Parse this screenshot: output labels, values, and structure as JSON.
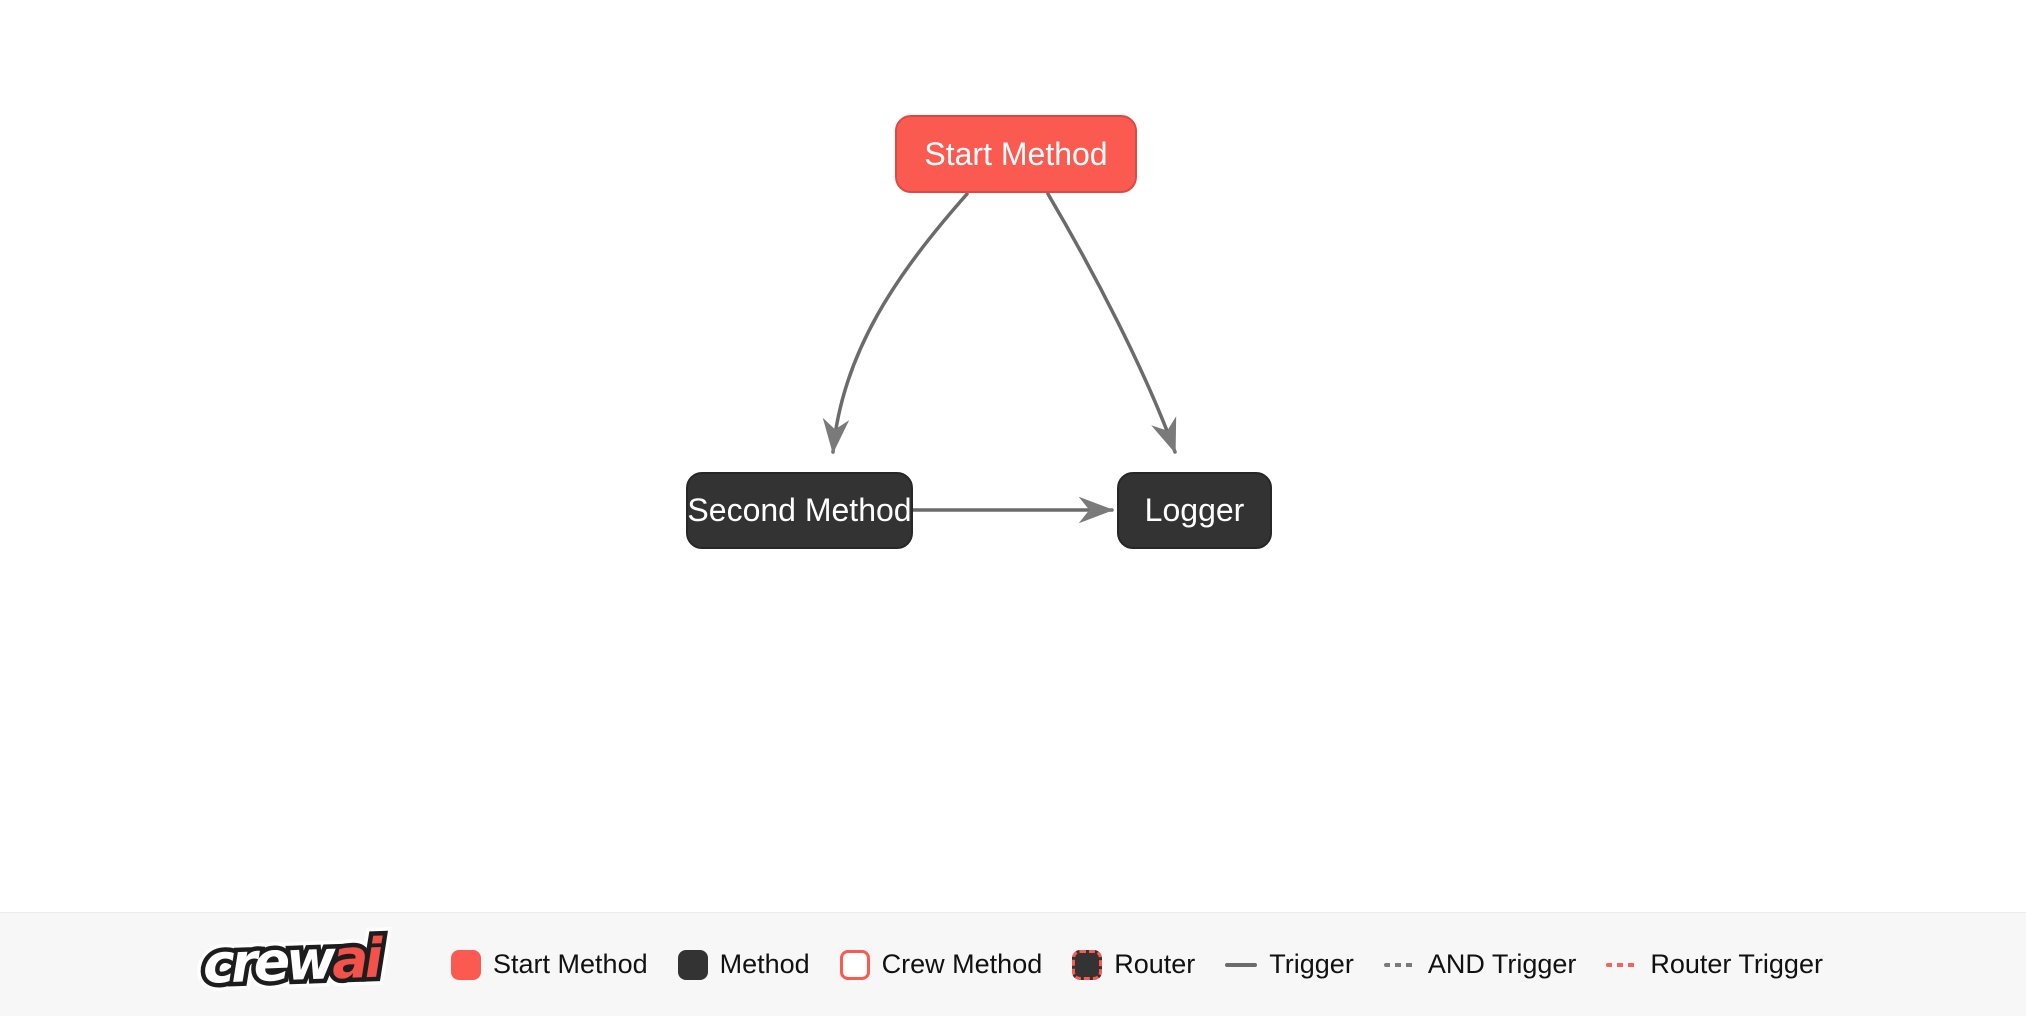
{
  "diagram": {
    "nodes": [
      {
        "id": "start",
        "label": "Start Method",
        "type": "start-method"
      },
      {
        "id": "second",
        "label": "Second Method",
        "type": "method"
      },
      {
        "id": "logger",
        "label": "Logger",
        "type": "method"
      }
    ],
    "edges": [
      {
        "from": "Start Method",
        "to": "Second Method",
        "type": "trigger"
      },
      {
        "from": "Start Method",
        "to": "Logger",
        "type": "trigger"
      },
      {
        "from": "Second Method",
        "to": "Logger",
        "type": "trigger"
      }
    ]
  },
  "footer": {
    "logo": {
      "part1": "crew",
      "part2": "ai"
    },
    "legend": [
      {
        "label": "Start Method",
        "swatch": "start-node"
      },
      {
        "label": "Method",
        "swatch": "method-node"
      },
      {
        "label": "Crew Method",
        "swatch": "crew-node"
      },
      {
        "label": "Router",
        "swatch": "router-node"
      },
      {
        "label": "Trigger",
        "swatch": "solid-line"
      },
      {
        "label": "AND Trigger",
        "swatch": "dashed-line"
      },
      {
        "label": "Router Trigger",
        "swatch": "dashed-red-line"
      }
    ]
  },
  "colors": {
    "canvas_bg": "#FFFFFF",
    "footer_bg": "#F7F7F8",
    "start_node": "#FB5A50",
    "start_node_border": "#DE4A41",
    "method_node": "#333333",
    "edge": "#6B6B6B",
    "arrowhead": "#7A7A7A",
    "legend_text": "#111111",
    "logo_red": "#F3524A"
  }
}
